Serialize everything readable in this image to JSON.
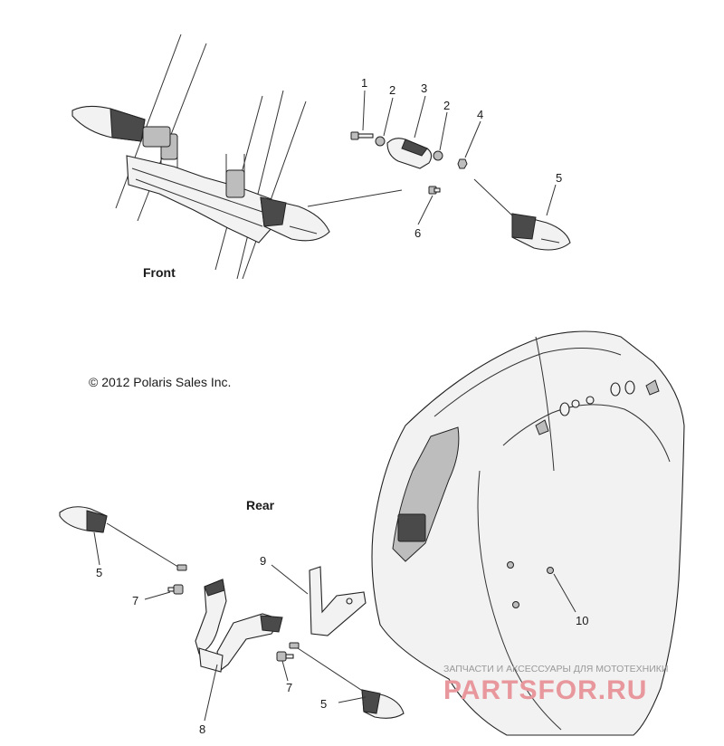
{
  "captions": {
    "front": "Front",
    "rear": "Rear",
    "copyright": "© 2012 Polaris Sales Inc."
  },
  "callouts": {
    "c1": "1",
    "c2a": "2",
    "c3": "3",
    "c2b": "2",
    "c4": "4",
    "c5a": "5",
    "c6": "6",
    "c5b": "5",
    "c7a": "7",
    "c9": "9",
    "c10": "10",
    "c8": "8",
    "c7b": "7",
    "c5c": "5"
  },
  "watermark": {
    "tagline": "ЗАПЧАСТИ И АКСЕССУАРЫ ДЛЯ МОТОТЕХНИКИ",
    "brand": "PARTSFOR.RU"
  }
}
